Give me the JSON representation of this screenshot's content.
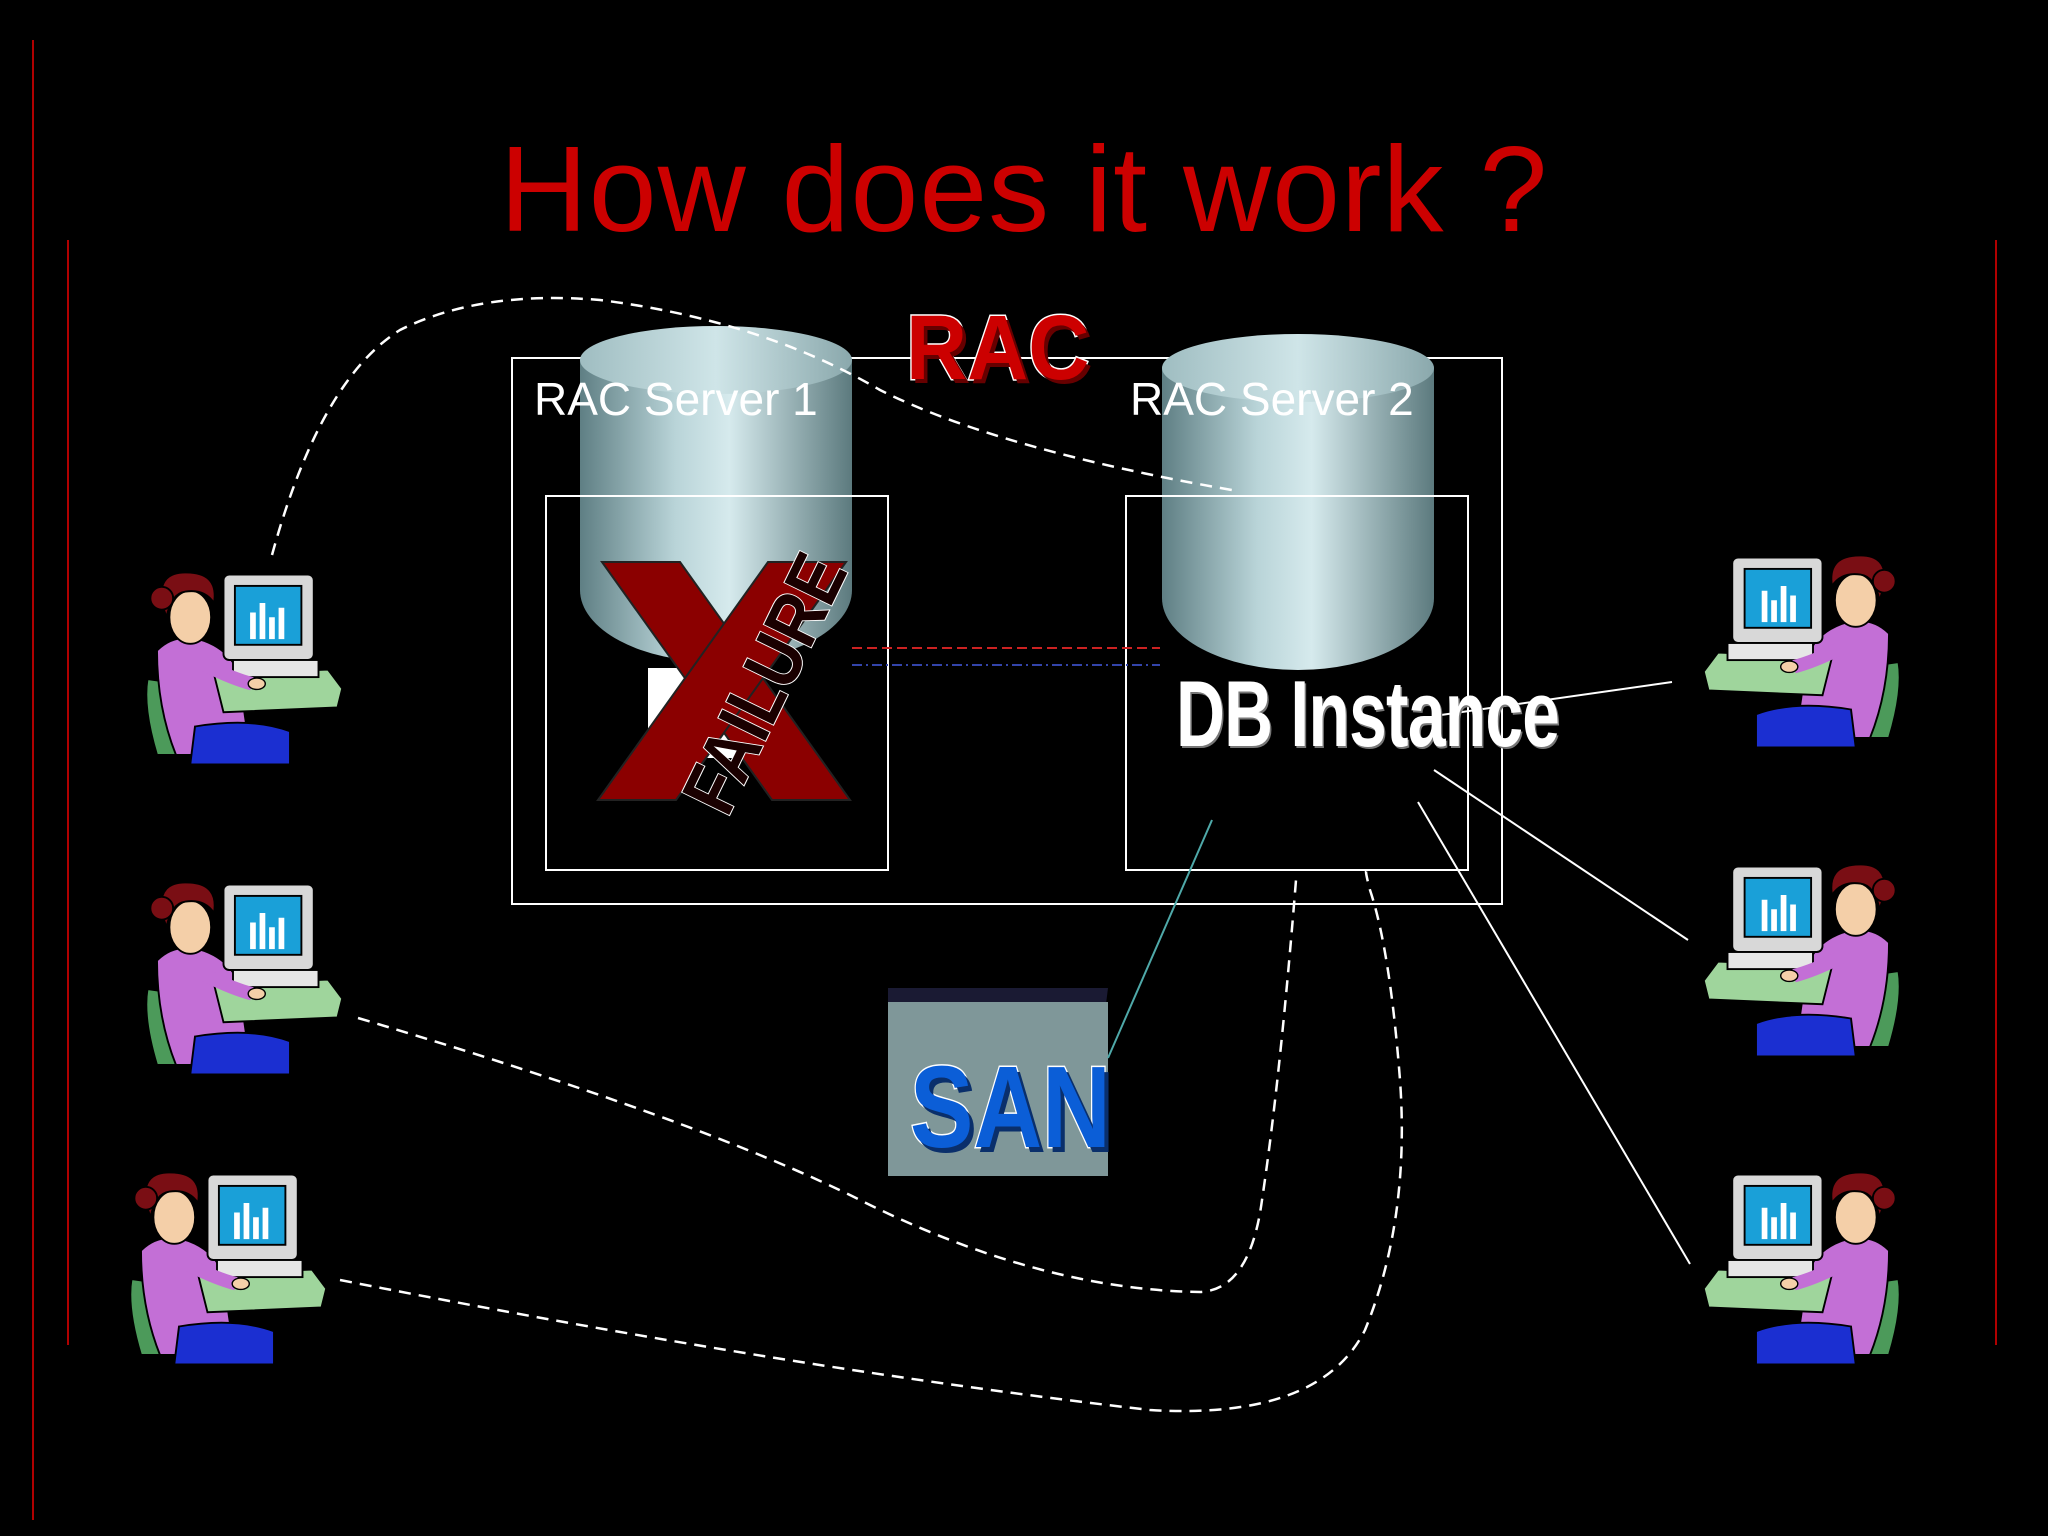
{
  "slide": {
    "title": "How does it work ?",
    "rac_logo": "RAC",
    "server1_label": "RAC Server 1",
    "server2_label": "RAC Server 2",
    "failure_label": "FAILURE",
    "instance_label": "DB Instance",
    "storage_label": "SAN"
  },
  "colors": {
    "title": "#cc0000",
    "failure_x": "#8b0000",
    "cylinder": "#a9c7cc",
    "san_box": "#7f9799",
    "san_text": "#0b5ed7"
  }
}
